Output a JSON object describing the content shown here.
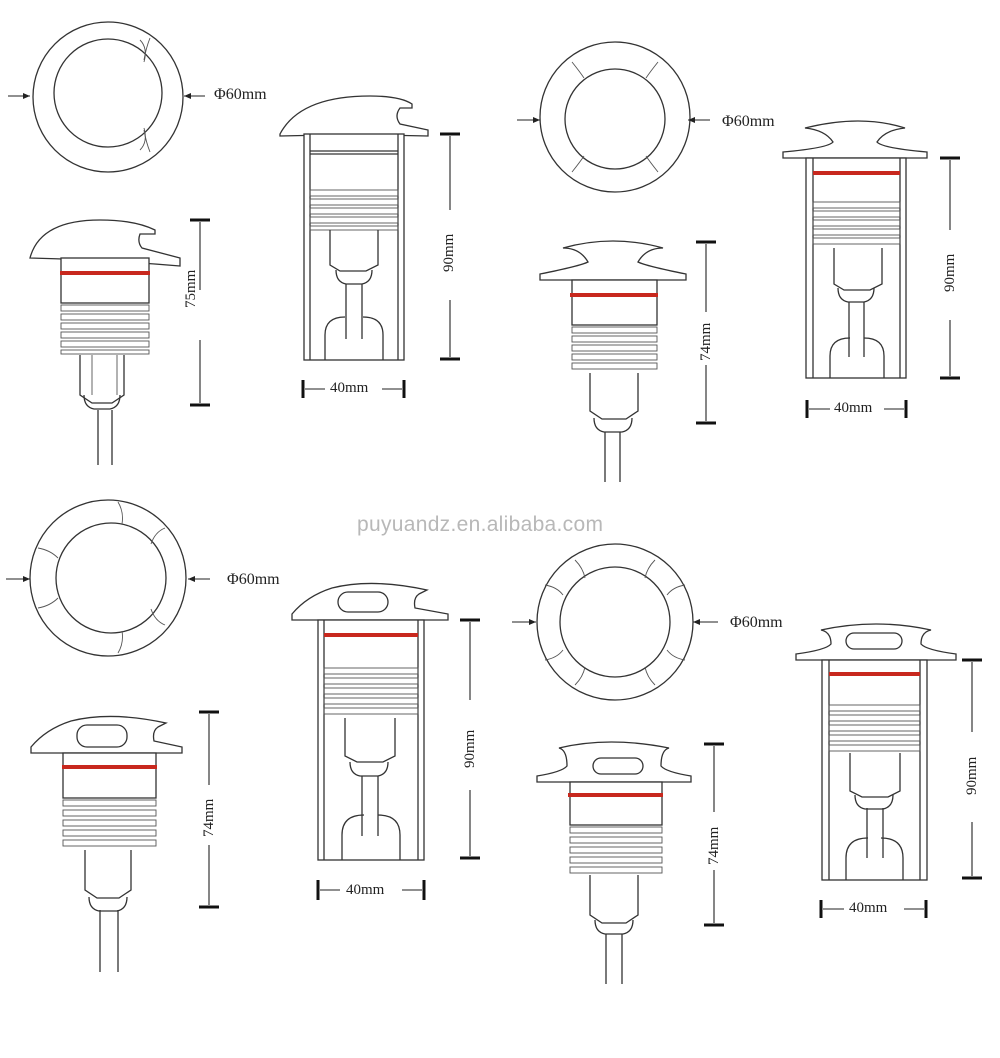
{
  "watermark": "puyuandz.en.alibaba.com",
  "colors": {
    "line": "#333333",
    "seal_ring": "#c8281e",
    "watermark": "#b8b8b8",
    "background": "#ffffff"
  },
  "variants": [
    {
      "id": "top-left",
      "top_view_diameter": "Φ60mm",
      "side_height": "75mm",
      "section_height": "90mm",
      "section_width": "40mm",
      "cap_style": "single-slot",
      "slots": 2
    },
    {
      "id": "top-right",
      "top_view_diameter": "Φ60mm",
      "side_height": "74mm",
      "section_height": "90mm",
      "section_width": "40mm",
      "cap_style": "double-slot",
      "slots": 4
    },
    {
      "id": "bottom-left",
      "top_view_diameter": "Φ60mm",
      "side_height": "74mm",
      "section_height": "90mm",
      "section_width": "40mm",
      "cap_style": "hooded-single",
      "slots": 6
    },
    {
      "id": "bottom-right",
      "top_view_diameter": "Φ60mm",
      "side_height": "74mm",
      "section_height": "90mm",
      "section_width": "40mm",
      "cap_style": "hooded-double",
      "slots": 8
    }
  ]
}
